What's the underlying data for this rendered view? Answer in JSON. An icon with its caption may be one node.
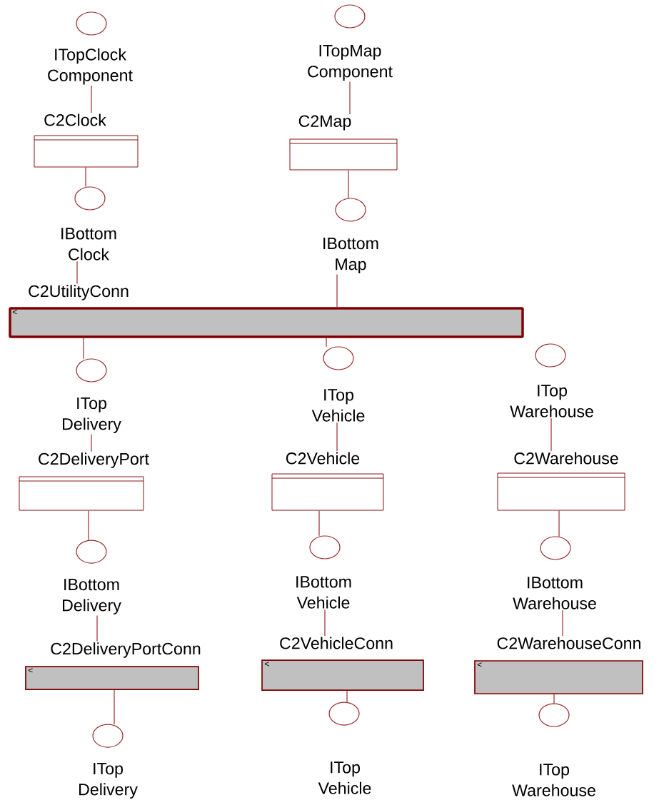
{
  "diagram": {
    "nodes": [
      {
        "text": [
          "ITopClock Component"
        ]
      },
      {
        "text": [
          "C2Clock"
        ]
      },
      {
        "text": [
          "IBottom Clock"
        ]
      },
      {
        "text": [
          "ITopMap Component"
        ]
      },
      {
        "text": [
          "C2Map"
        ]
      },
      {
        "text": [
          "IBottom Map"
        ]
      },
      {
        "text": [
          "C2UtilityConn",
          "<"
        ]
      },
      {
        "text": [
          "ITop Delivery"
        ]
      },
      {
        "text": [
          "C2DeliveryPort"
        ]
      },
      {
        "text": [
          "IBottom Delivery"
        ]
      },
      {
        "text": [
          "C2DeliveryPortConn",
          "<"
        ]
      },
      {
        "text": [
          "ITop Delivery"
        ]
      },
      {
        "text": [
          "ITop Vehicle"
        ]
      },
      {
        "text": [
          "C2Vehicle"
        ]
      },
      {
        "text": [
          "IBottom Vehicle"
        ]
      },
      {
        "text": [
          "C2VehicleConn",
          "<"
        ]
      },
      {
        "text": [
          "ITop Vehicle"
        ]
      },
      {
        "text": [
          "ITop Warehouse"
        ]
      },
      {
        "text": [
          "C2Warehouse"
        ]
      },
      {
        "text": [
          "IBottom Warehouse"
        ]
      },
      {
        "text": [
          "C2WarehouseConn",
          "<"
        ]
      },
      {
        "text": [
          "ITop Warehouse"
        ]
      }
    ],
    "edges": [
      {
        "from": 0,
        "to": 1,
        "arrow": "none"
      },
      {
        "from": 1,
        "to": 2,
        "arrow": "none"
      },
      {
        "from": 2,
        "to": 6,
        "arrow": "none"
      },
      {
        "from": 3,
        "to": 4,
        "arrow": "none"
      },
      {
        "from": 4,
        "to": 5,
        "arrow": "none"
      },
      {
        "from": 5,
        "to": 6,
        "arrow": "none"
      },
      {
        "from": 6,
        "to": 7,
        "arrow": "none"
      },
      {
        "from": 6,
        "to": 12,
        "arrow": "none"
      },
      {
        "from": 7,
        "to": 8,
        "arrow": "none"
      },
      {
        "from": 8,
        "to": 9,
        "arrow": "none"
      },
      {
        "from": 9,
        "to": 10,
        "arrow": "none"
      },
      {
        "from": 10,
        "to": 11,
        "arrow": "none"
      },
      {
        "from": 12,
        "to": 13,
        "arrow": "none"
      },
      {
        "from": 13,
        "to": 14,
        "arrow": "none"
      },
      {
        "from": 14,
        "to": 15,
        "arrow": "none"
      },
      {
        "from": 15,
        "to": 16,
        "arrow": "none"
      },
      {
        "from": 17,
        "to": 18,
        "arrow": "none"
      },
      {
        "from": 18,
        "to": 19,
        "arrow": "none"
      },
      {
        "from": 19,
        "to": 20,
        "arrow": "none"
      },
      {
        "from": 20,
        "to": 21,
        "arrow": "none"
      }
    ]
  }
}
